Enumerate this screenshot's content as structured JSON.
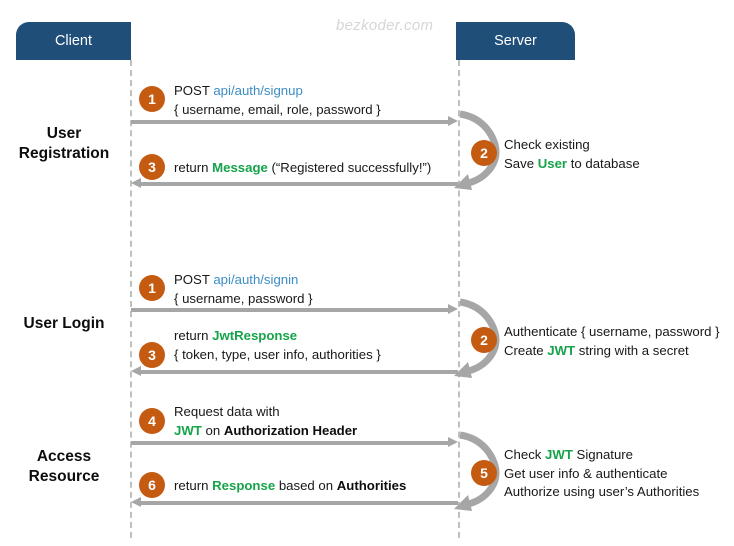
{
  "watermark": "bezkoder.com",
  "actors": {
    "client": "Client",
    "server": "Server"
  },
  "colors": {
    "actor_box": "#1f4e79",
    "badge": "#c55a11",
    "arrow": "#a6a6a6",
    "lifeline": "#bfbfbf",
    "endpoint_blue": "#3c8dc5",
    "entity_green": "#16a34a",
    "watermark": "#d6d6d6"
  },
  "sections": [
    {
      "id": "user-registration",
      "label_line1": "User",
      "label_line2": "Registration",
      "request": {
        "badge": "1",
        "line1_method": "POST",
        "line1_endpoint": "api/auth/signup",
        "line2": "{ username, email, role, password }"
      },
      "server": {
        "badge": "2",
        "line1": "Check existing",
        "line2_prefix": "Save ",
        "line2_entity": "User",
        "line2_suffix": " to database"
      },
      "response": {
        "badge": "3",
        "prefix": "return ",
        "entity": "Message",
        "suffix": " (“Registered successfully!”)"
      }
    },
    {
      "id": "user-login",
      "label_line1": "User",
      "label_line2": "Login",
      "request": {
        "badge": "1",
        "line1_method": "POST",
        "line1_endpoint": "api/auth/signin",
        "line2": "{ username, password }"
      },
      "server": {
        "badge": "2",
        "line1": "Authenticate { username, password }",
        "line2_prefix": "Create ",
        "line2_entity": "JWT",
        "line2_suffix": " string with a secret"
      },
      "response": {
        "badge": "3",
        "prefix": "return ",
        "entity": "JwtResponse",
        "line2": "{ token, type, user info, authorities }"
      }
    },
    {
      "id": "access-resource",
      "label_line1": "Access",
      "label_line2": "Resource",
      "request": {
        "badge": "4",
        "line1": "Request  data with",
        "line2_entity": "JWT",
        "line2_mid": " on ",
        "line2_bold": "Authorization Header"
      },
      "server": {
        "badge": "5",
        "line1_prefix": "Check ",
        "line1_entity": "JWT",
        "line1_suffix": " Signature",
        "line2": "Get user info & authenticate",
        "line3": "Authorize using user’s Authorities"
      },
      "response": {
        "badge": "6",
        "prefix": "return ",
        "entity": "Response",
        "mid": " based on ",
        "bold": "Authorities"
      }
    }
  ]
}
